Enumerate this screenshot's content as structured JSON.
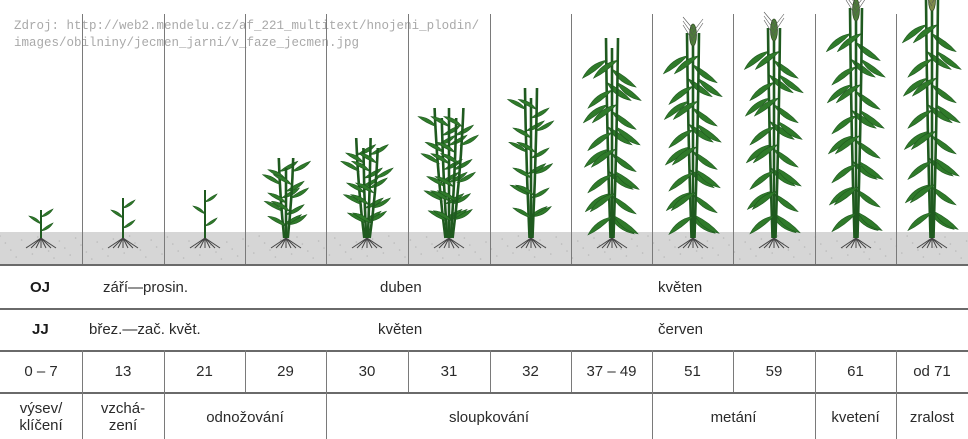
{
  "source": {
    "line1": "Zdroj: http://web2.mendelu.cz/af_221_multitext/hnojeni_plodin/",
    "line2": "images/obilniny/jecmen_jarni/v_faze_jecmen.jpg"
  },
  "rows": {
    "oj": {
      "label": "OJ",
      "period1": "září",
      "period1_end": "prosin.",
      "period2": "duben",
      "period3": "květen"
    },
    "jj": {
      "label": "JJ",
      "period1": "břez.",
      "period1_end": "zač. květ.",
      "period2": "květen",
      "period3": "červen"
    }
  },
  "stages": [
    "0 – 7",
    "13",
    "21",
    "29",
    "30",
    "31",
    "32",
    "37 – 49",
    "51",
    "59",
    "61",
    "od 71"
  ],
  "phases": [
    {
      "line1": "výsev/",
      "line2": "klíčení"
    },
    {
      "line1": "vzchá-",
      "line2": "zení"
    },
    {
      "line1": "odnožování",
      "line2": ""
    },
    {
      "line1": "sloupkování",
      "line2": ""
    },
    {
      "line1": "metání",
      "line2": ""
    },
    {
      "line1": "kvetení",
      "line2": ""
    },
    {
      "line1": "zralost",
      "line2": ""
    }
  ],
  "colors": {
    "leaf": "#2f7a2a",
    "leaf_dark": "#1f5a1f",
    "ground": "#d6d6d6",
    "lines": "#7a7a7a"
  }
}
